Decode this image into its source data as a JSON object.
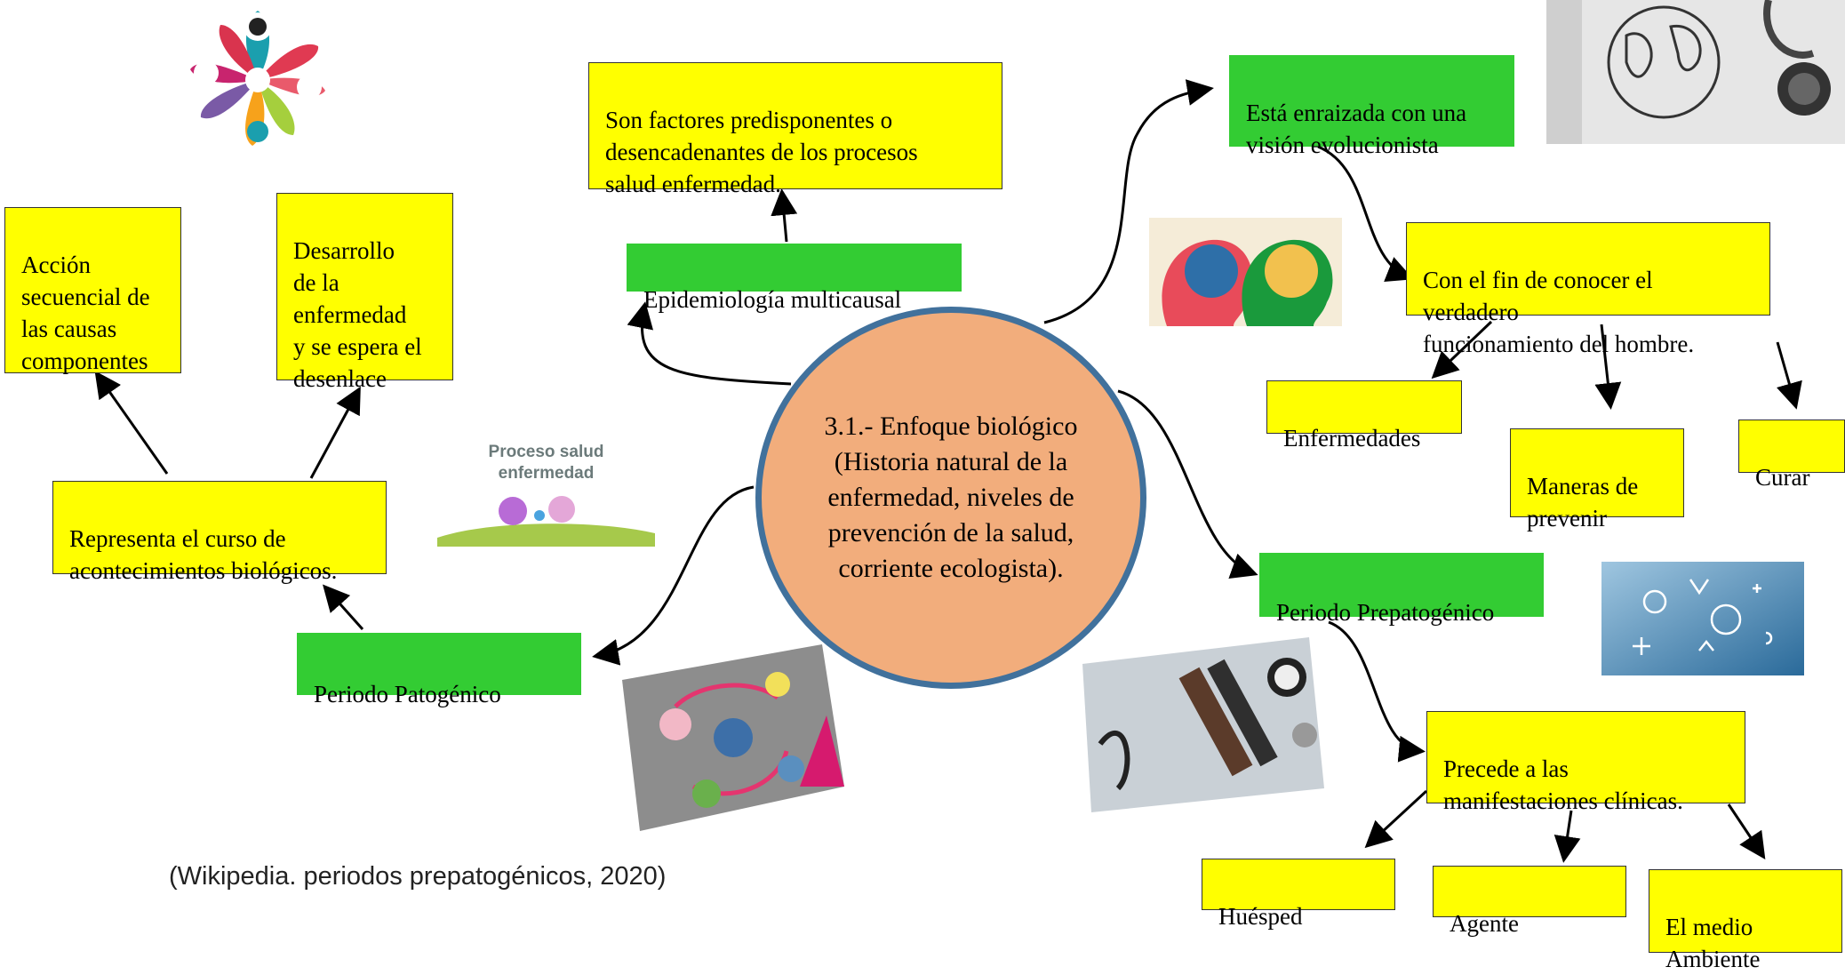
{
  "center": {
    "text": "3.1.- Enfoque biológico (Historia natural de la enfermedad, niveles de prevención de la salud, corriente ecologista)."
  },
  "nodes": {
    "factores": "Son factores predisponentes o\ndesencadenantes de los procesos\nsalud enfermedad.",
    "epidemiologia": "Epidemiología multicausal",
    "evolucionista": "Está enraizada con una\nvisión evolucionista",
    "fin": "Con el fin de conocer el verdadero\nfuncionamiento del hombre.",
    "enfermedades": "Enfermedades",
    "maneras": "Maneras de\nprevenir",
    "curar": "Curar",
    "accion": "Acción\nsecuencial de\nlas causas\ncomponentes",
    "desarrollo": "Desarrollo\nde la\nenfermedad\ny se espera el\ndesenlace",
    "representa": "Representa el curso de\nacontecimientos biológicos.",
    "patogenico": "Periodo Patogénico",
    "prepatogenico": "Periodo Prepatogénico",
    "precede": "Precede a las\nmanifestaciones clínicas.",
    "huesped": "Huésped",
    "agente": "Agente",
    "medio": "El medio\nAmbiente"
  },
  "images": {
    "proceso_title": "Proceso salud\nenfermedad"
  },
  "citation": "(Wikipedia. periodos prepatogénicos, 2020)",
  "colors": {
    "yellow": "#ffff00",
    "green": "#33cc33",
    "circle_fill": "#f2ad7c",
    "circle_border": "#41719c"
  }
}
